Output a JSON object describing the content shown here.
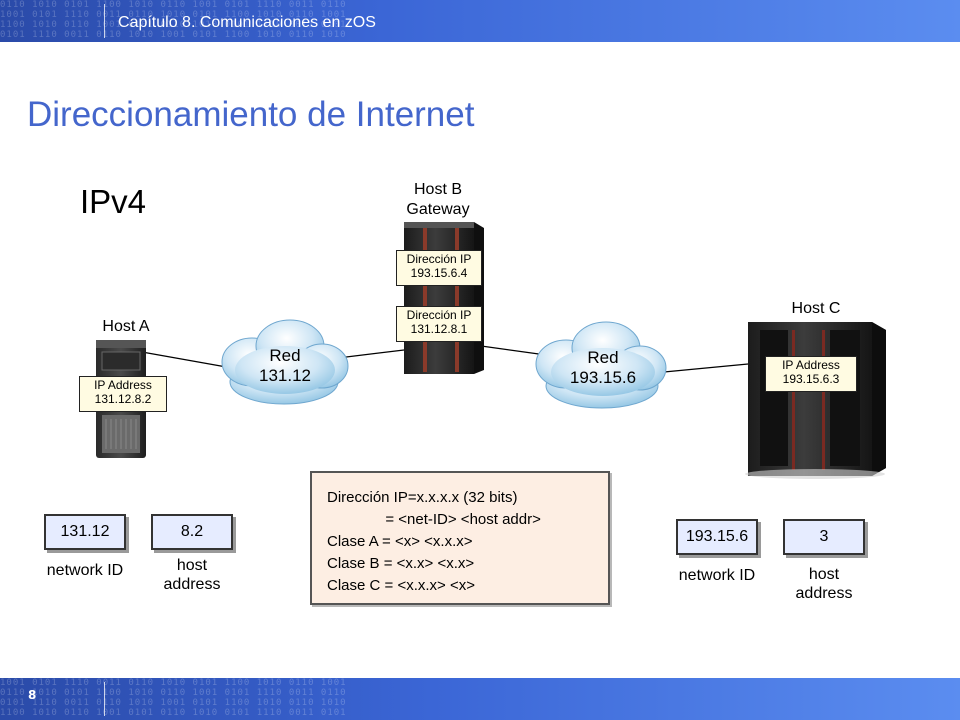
{
  "header": {
    "title": "Capítulo 8. Comunicaciones en zOS"
  },
  "footer": {
    "page_number": "8"
  },
  "slide": {
    "title": "Direccionamiento de Internet",
    "subtitle": "IPv4"
  },
  "host_a": {
    "label": "Host A",
    "ip_label": "IP Address",
    "ip": "131.12.8.2"
  },
  "host_b": {
    "label_line1": "Host B",
    "label_line2": "Gateway",
    "ip1_label": "Dirección IP",
    "ip1": "193.15.6.4",
    "ip2_label": "Dirección IP",
    "ip2": "131.12.8.1"
  },
  "host_c": {
    "label": "Host C",
    "ip_label": "IP Address",
    "ip": "193.15.6.3"
  },
  "net1": {
    "line1": "Red",
    "line2": "131.12"
  },
  "net2": {
    "line1": "Red",
    "line2": "193.15.6"
  },
  "left_example": {
    "network_id": "131.12",
    "host_address": "8.2",
    "network_label": "network ID",
    "host_label_line1": "host",
    "host_label_line2": "address"
  },
  "right_example": {
    "network_id": "193.15.6",
    "host_address": "3",
    "network_label": "network ID",
    "host_label_line1": "host",
    "host_label_line2": "address"
  },
  "info": {
    "line1": "Dirección IP=x.x.x.x (32 bits)",
    "line2": "              = <net-ID> <host addr>",
    "line3": "Clase A = <x> <x.x.x>",
    "line4": "Clase B = <x.x> <x.x>",
    "line5": "Clase C = <x.x.x> <x>"
  }
}
